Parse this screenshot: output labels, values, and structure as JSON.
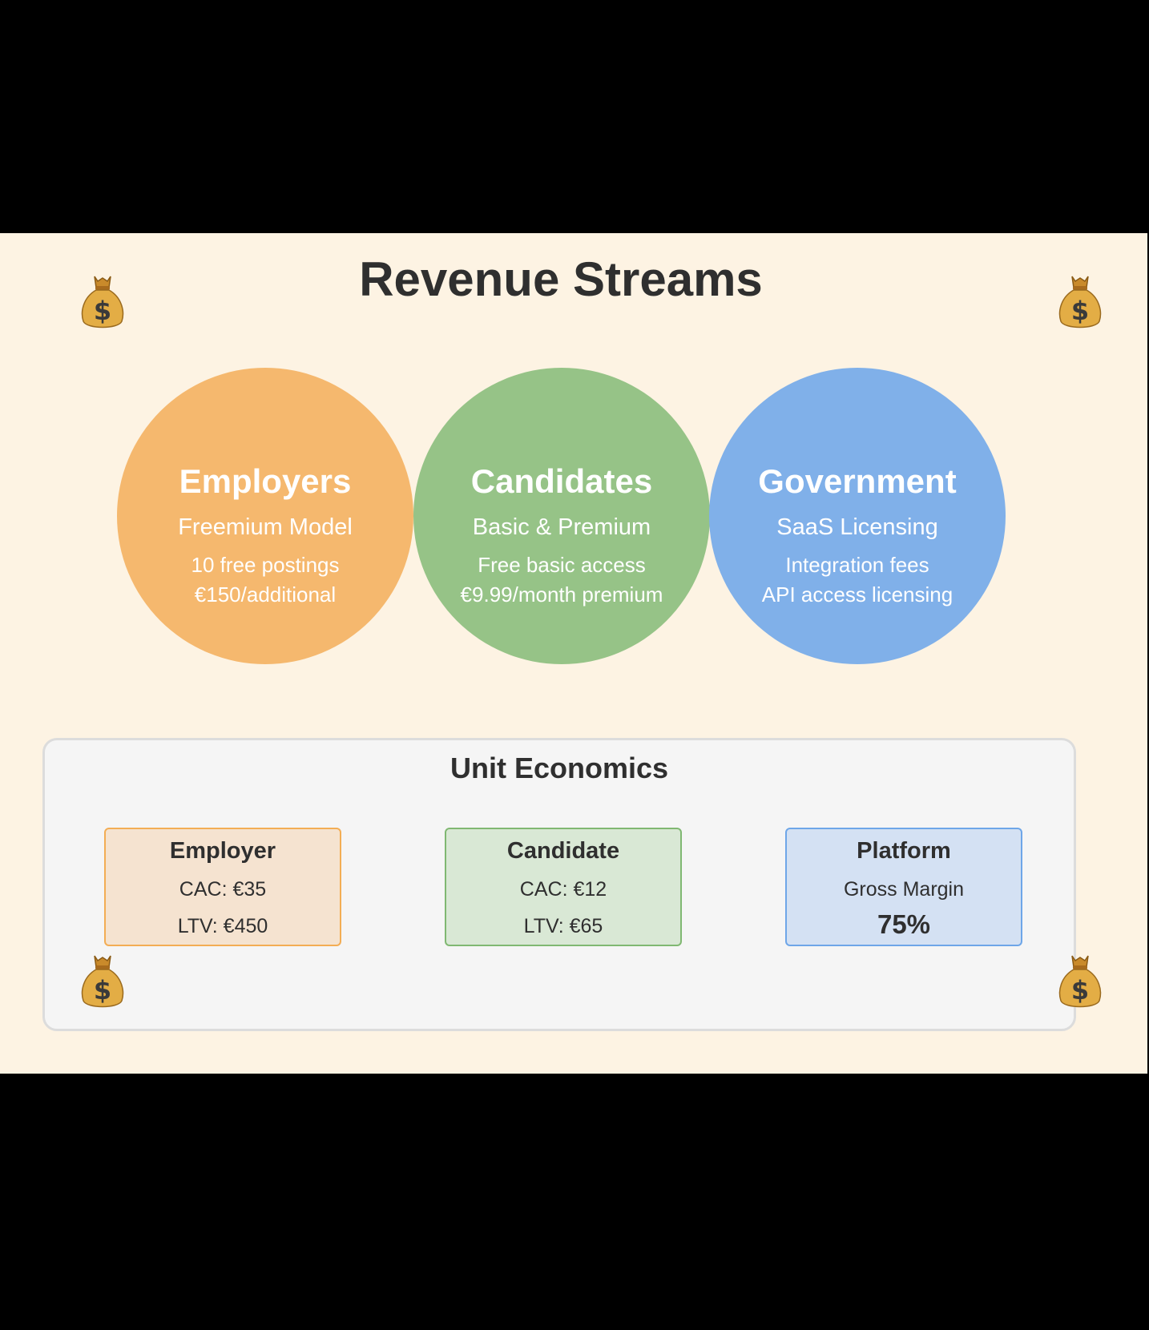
{
  "title": "Revenue Streams",
  "streams": [
    {
      "name": "Employers",
      "model": "Freemium Model",
      "detail1": "10 free postings",
      "detail2": "€150/additional",
      "color": "#f5b86e"
    },
    {
      "name": "Candidates",
      "model": "Basic & Premium",
      "detail1": "Free basic access",
      "detail2": "€9.99/month premium",
      "color": "#96c387"
    },
    {
      "name": "Government",
      "model": "SaaS Licensing",
      "detail1": "Integration fees",
      "detail2": "API access licensing",
      "color": "#80b0e9"
    }
  ],
  "unit_economics": {
    "title": "Unit Economics",
    "employer": {
      "title": "Employer",
      "cac": "CAC: €35",
      "ltv": "LTV: €450",
      "fill": "#f5e3d0",
      "border": "#f3ad54"
    },
    "candidate": {
      "title": "Candidate",
      "cac": "CAC: €12",
      "ltv": "LTV: €65",
      "fill": "#d9e8d5",
      "border": "#80b872"
    },
    "platform": {
      "title": "Platform",
      "label": "Gross Margin",
      "value": "75%",
      "fill": "#d4e1f3",
      "border": "#6ea6e8"
    }
  },
  "decorations": {
    "icon": "money-bag-icon",
    "symbol": "$"
  }
}
